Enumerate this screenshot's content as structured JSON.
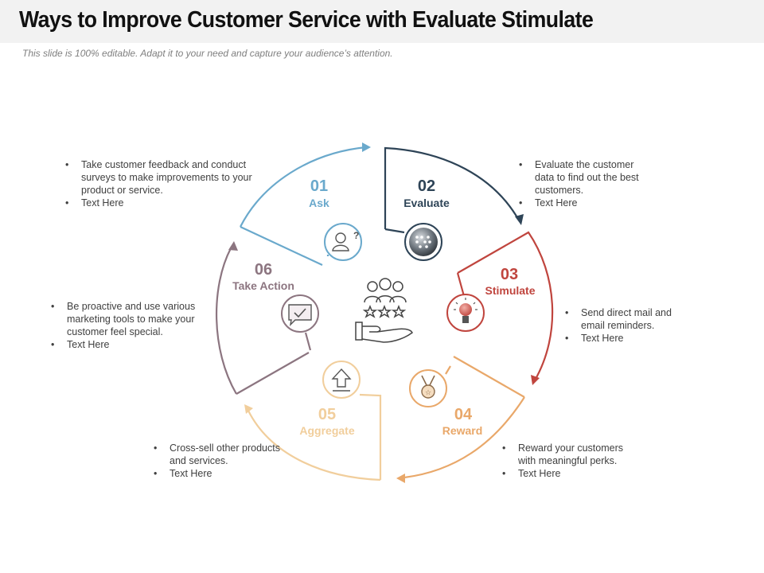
{
  "title": "Ways to Improve Customer Service with Evaluate Stimulate",
  "subtitle": "This slide is 100% editable. Adapt it to your need and capture your audience’s attention.",
  "steps": [
    {
      "num": "01",
      "label": "Ask",
      "color": "#6aa9cc",
      "icon": "person-question-icon",
      "bullets": [
        "Take customer feedback and conduct surveys to make improvements to your product or service.",
        "Text Here"
      ]
    },
    {
      "num": "02",
      "label": "Evaluate",
      "color": "#2e4457",
      "icon": "abacus-icon",
      "bullets": [
        "Evaluate the customer data to find out the best customers.",
        "Text Here"
      ]
    },
    {
      "num": "03",
      "label": "Stimulate",
      "color": "#c0453e",
      "icon": "lightbulb-icon",
      "bullets": [
        "Send direct mail and email reminders.",
        "Text Here"
      ]
    },
    {
      "num": "04",
      "label": "Reward",
      "color": "#e9a86a",
      "icon": "medal-icon",
      "bullets": [
        "Reward your customers with meaningful perks.",
        "Text Here"
      ]
    },
    {
      "num": "05",
      "label": "Aggregate",
      "color": "#f1ce9c",
      "icon": "upload-arrow-icon",
      "bullets": [
        "Cross-sell other products and services.",
        "Text Here"
      ]
    },
    {
      "num": "06",
      "label": "Take Action",
      "color": "#8c7580",
      "icon": "speech-check-icon",
      "bullets": [
        "Be proactive and use various marketing tools to make your customer feel special.",
        "Text Here"
      ]
    }
  ],
  "center_icon": "customer-rating-hand-icon"
}
